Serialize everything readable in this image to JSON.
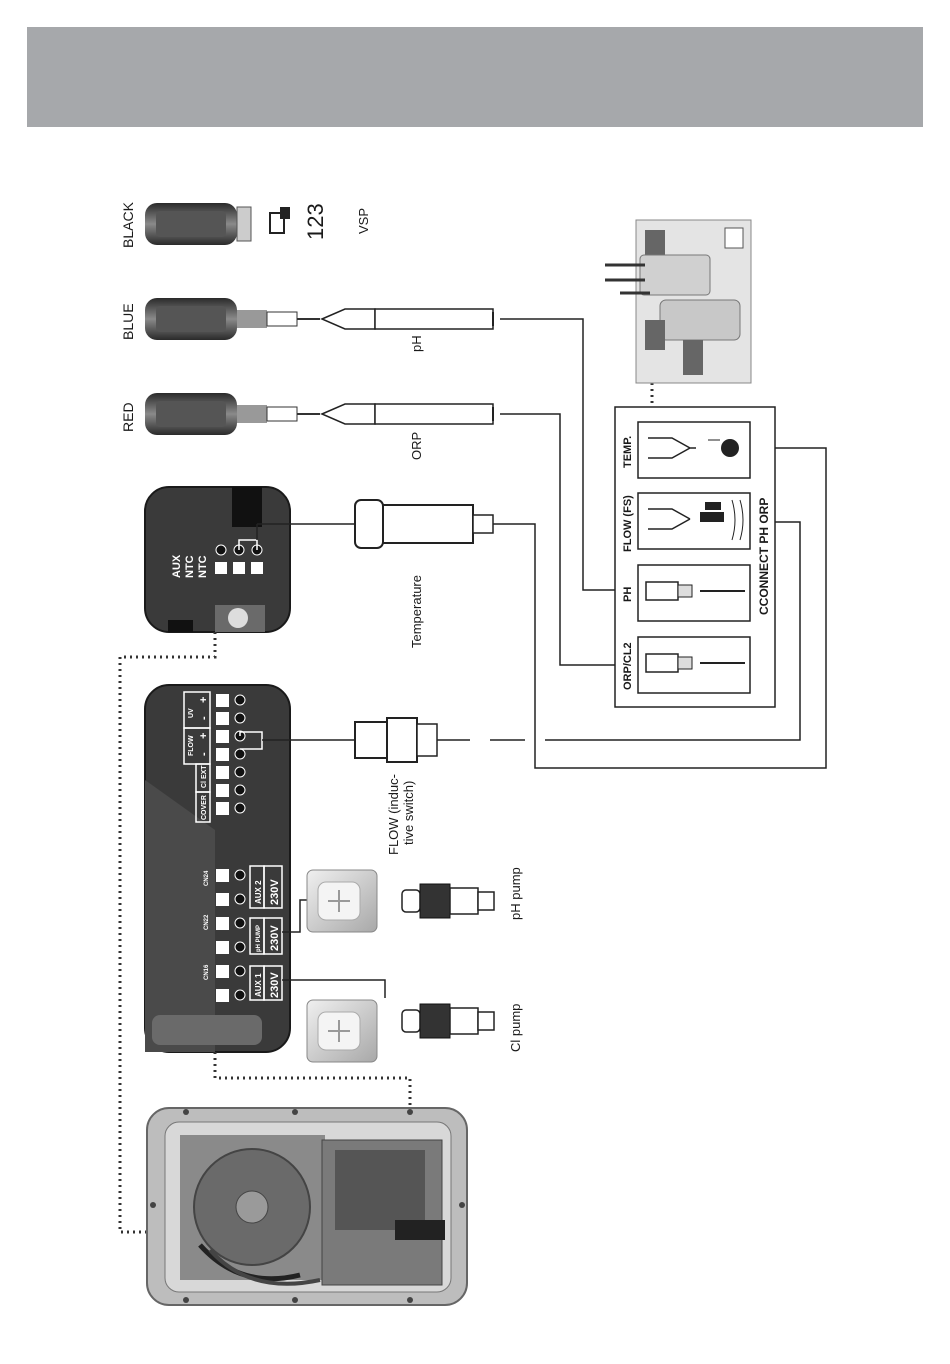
{
  "probes": {
    "black": "BLACK",
    "blue": "BLUE",
    "red": "RED",
    "vsp_number": "123",
    "vsp": "VSP",
    "ph": "pH",
    "orp": "ORP",
    "temperature": "Temperature",
    "flow_line1": "FLOW (induc-",
    "flow_line2": "tive switch)",
    "ph_pump": "pH pump",
    "cl_pump": "Cl pump"
  },
  "terminal_small": {
    "aux": "AUX",
    "ntc1": "NTC",
    "ntc2": "NTC"
  },
  "terminal_large": {
    "uv": "UV",
    "flow": "FLOW",
    "cl_ext": "Cl EXT",
    "cover": "COVER",
    "plus": "+",
    "minus": "-",
    "cn24": "CN24",
    "cn22": "CN22",
    "cn16": "CN16",
    "aux2": "AUX 2",
    "ph_pump": "pH PUMP",
    "aux1": "AUX 1",
    "v230": "230V"
  },
  "connect_box": {
    "title": "CCONNECT PH ORP",
    "temp": "TEMP.",
    "flow_fs": "FLOW (FS)",
    "ph": "PH",
    "orp_cl2": "ORP/CL2"
  },
  "colors": {
    "header": "#a6a8ab",
    "panel": "#3a3a3a",
    "probe": "#6e6e6e"
  }
}
